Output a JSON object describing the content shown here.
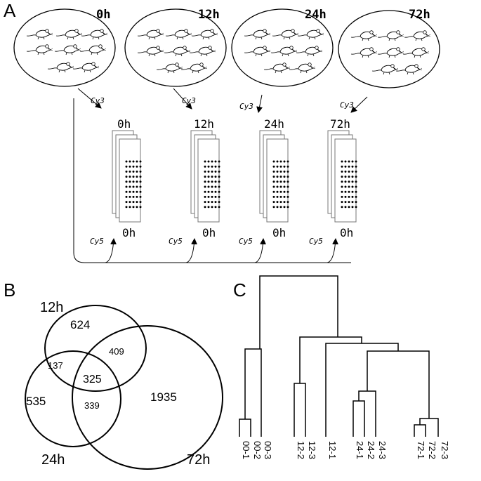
{
  "panels": {
    "a_label": "A",
    "b_label": "B",
    "c_label": "C"
  },
  "panel_a": {
    "groups": [
      {
        "time": "0h",
        "label": "Cy3"
      },
      {
        "time": "12h",
        "label": "Cy3"
      },
      {
        "time": "24h",
        "label": "Cy3"
      },
      {
        "time": "72h",
        "label": "Cy3"
      }
    ],
    "arrays": [
      {
        "top": "0h",
        "bottom": "0h"
      },
      {
        "top": "12h",
        "bottom": "0h"
      },
      {
        "top": "24h",
        "bottom": "0h"
      },
      {
        "top": "72h",
        "bottom": "0h"
      }
    ],
    "reference_label": "Cy5"
  },
  "panel_b": {
    "sets": [
      "12h",
      "24h",
      "72h"
    ],
    "counts": {
      "only_12h": "624",
      "only_24h": "535",
      "only_72h": "1935",
      "12h_24h": "137",
      "12h_72h": "409",
      "24h_72h": "339",
      "all": "325"
    }
  },
  "panel_c": {
    "leaves": [
      "00-1",
      "00-2",
      "00-3",
      "12-2",
      "12-3",
      "12-1",
      "24-1",
      "24-2",
      "24-3",
      "72-1",
      "72-2",
      "72-3"
    ]
  }
}
